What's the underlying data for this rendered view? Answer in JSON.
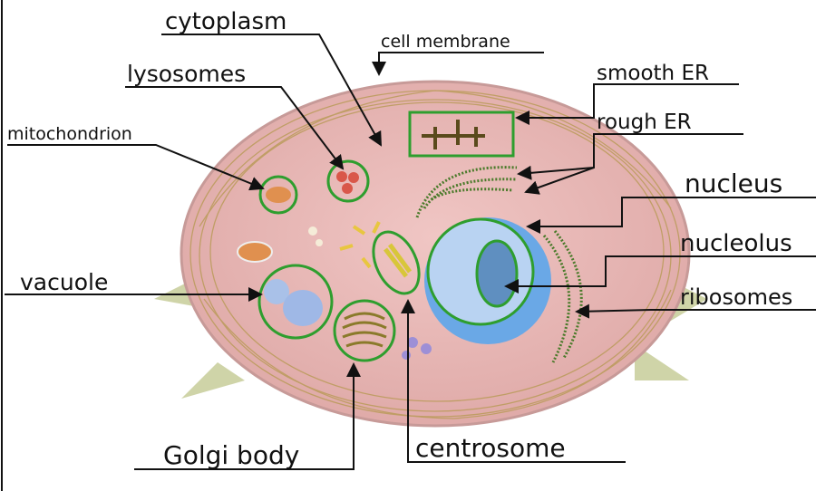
{
  "title": "Animal cell diagram",
  "labels": {
    "cytoplasm": "cytoplasm",
    "cell_membrane": "cell membrane",
    "lysosomes": "lysosomes",
    "smooth_er": "smooth ER",
    "rough_er": "rough ER",
    "mitochondrion": "mitochondrion",
    "nucleus": "nucleus",
    "nucleolus": "nucleolus",
    "vacuole": "vacuole",
    "ribosomes": "ribosomes",
    "golgi_body": "Golgi body",
    "centrosome": "centrosome"
  },
  "colors": {
    "cytoplasm": "#e8b7b5",
    "membrane_fibers": "#b89a55",
    "nucleus": "#6aa8e6",
    "nucleus_inner": "#b9d3f2",
    "nucleolus": "#5f8fc0",
    "highlight": "#2e9e2e",
    "outer_protrusions": "#cfd4a8"
  }
}
